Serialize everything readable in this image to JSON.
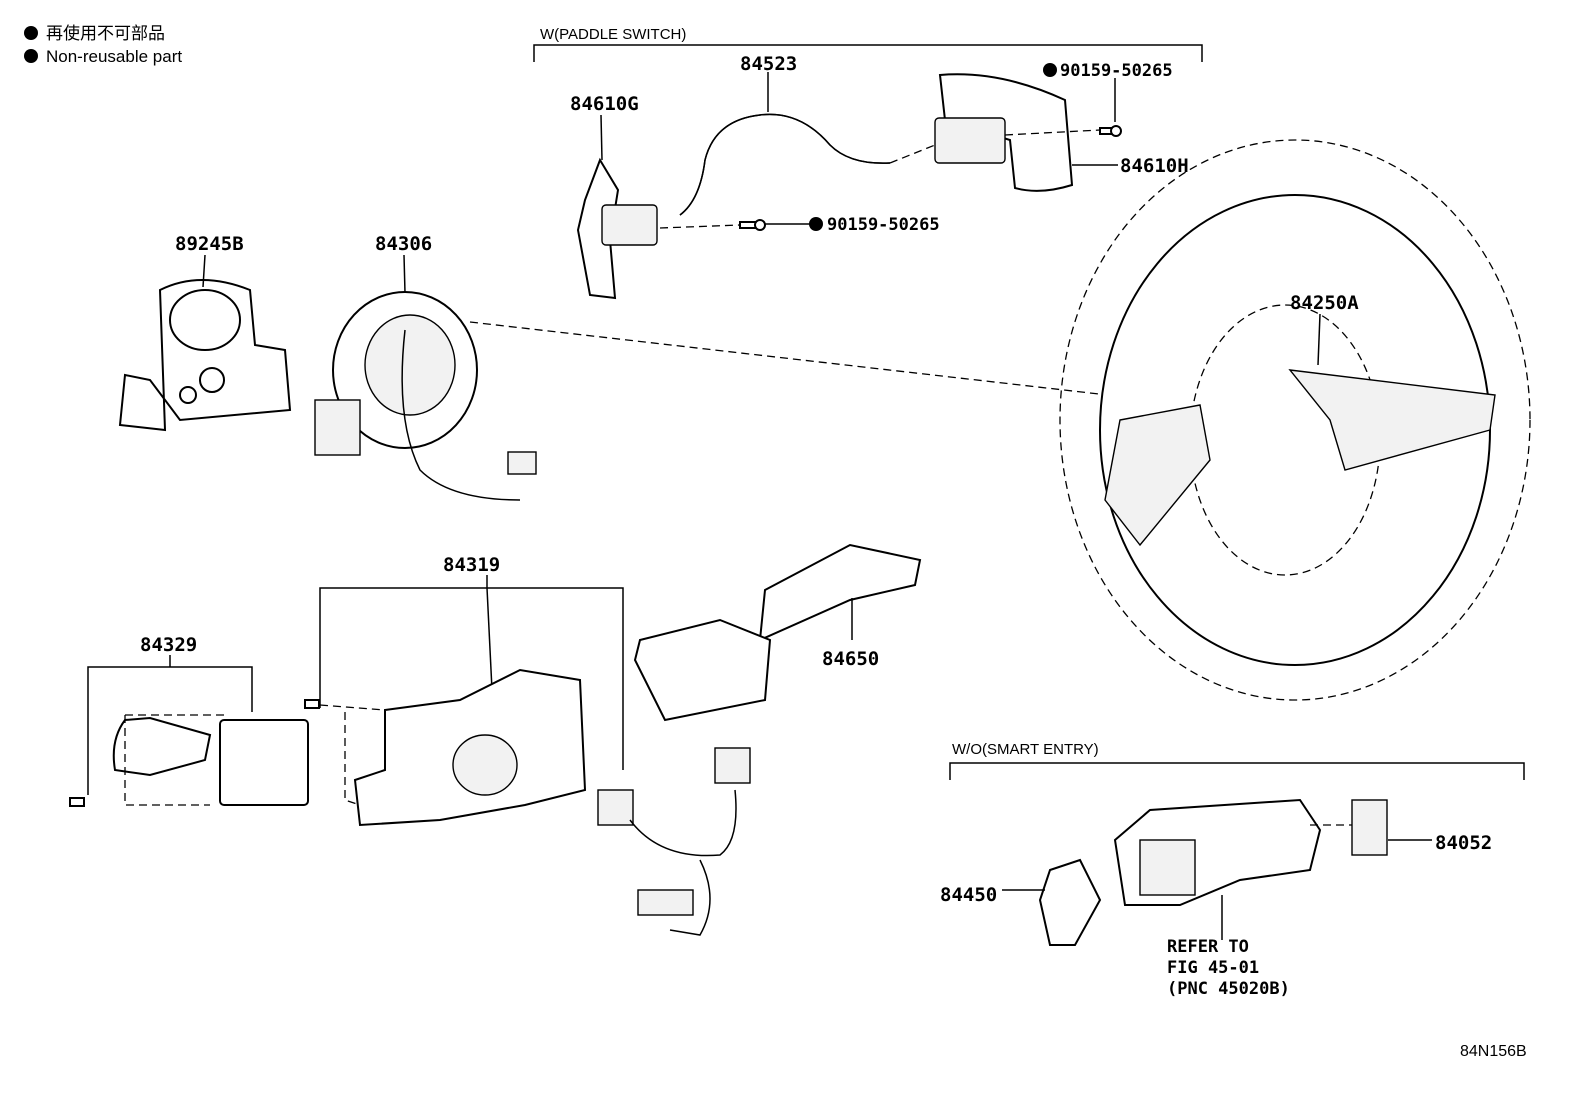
{
  "legend": {
    "symbol": "●",
    "line_jp": "再使用不可部品",
    "line_en": "Non-reusable part"
  },
  "sections": {
    "paddle_switch": "W(PADDLE SWITCH)",
    "smart_entry": "W/O(SMART ENTRY)"
  },
  "parts": {
    "p84523": "84523",
    "p84610G": "84610G",
    "p84610H": "84610H",
    "screw_top": "90159-50265",
    "screw_mid": "90159-50265",
    "p89245B": "89245B",
    "p84306": "84306",
    "p84250A": "84250A",
    "p84319": "84319",
    "p84329": "84329",
    "p84650": "84650",
    "p84052": "84052",
    "p84450": "84450"
  },
  "refer": {
    "line1": "REFER TO",
    "line2": "FIG 45-01",
    "line3": "(PNC 45020B)"
  },
  "figure_id": "84N156B"
}
